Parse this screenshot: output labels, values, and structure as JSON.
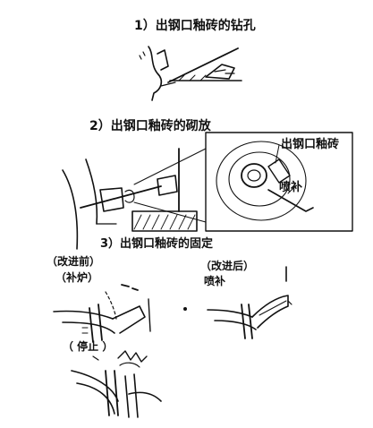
{
  "steps": [
    {
      "label": "1）出钢口釉砖的钻孔"
    },
    {
      "label": "2）出钢口釉砖的砌放"
    },
    {
      "label": "3）出钢口釉砖的固定"
    }
  ],
  "callouts": {
    "tap_brick": "出钢口釉砖",
    "gunning": "喷补"
  },
  "before": {
    "title": "（改进前）",
    "method": "（补炉）"
  },
  "after": {
    "title": "（改进后）",
    "method": "喷补"
  },
  "stopped": "（ 停止 ）"
}
